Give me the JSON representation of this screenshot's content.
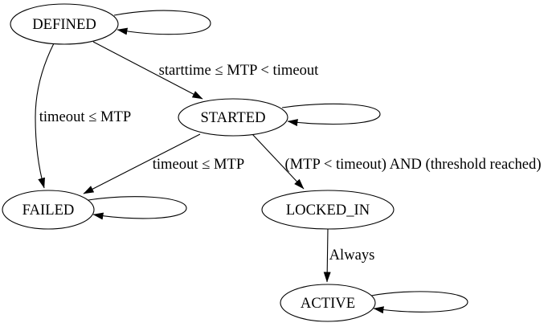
{
  "diagram": {
    "type": "state-machine-graph",
    "background_color": "#ffffff",
    "stroke_color": "#000000",
    "text_color": "#000000",
    "nodes": [
      {
        "id": "DEFINED",
        "label": "DEFINED",
        "shape": "ellipse",
        "self_loop": true
      },
      {
        "id": "STARTED",
        "label": "STARTED",
        "shape": "ellipse",
        "self_loop": true
      },
      {
        "id": "FAILED",
        "label": "FAILED",
        "shape": "ellipse",
        "self_loop": true
      },
      {
        "id": "LOCKED_IN",
        "label": "LOCKED_IN",
        "shape": "ellipse",
        "self_loop": false
      },
      {
        "id": "ACTIVE",
        "label": "ACTIVE",
        "shape": "ellipse",
        "self_loop": true
      }
    ],
    "edges": [
      {
        "from": "DEFINED",
        "to": "STARTED",
        "label": "starttime ≤ MTP < timeout"
      },
      {
        "from": "DEFINED",
        "to": "FAILED",
        "label": "timeout ≤ MTP"
      },
      {
        "from": "STARTED",
        "to": "FAILED",
        "label": "timeout ≤ MTP"
      },
      {
        "from": "STARTED",
        "to": "LOCKED_IN",
        "label": "(MTP < timeout) AND (threshold reached)"
      },
      {
        "from": "LOCKED_IN",
        "to": "ACTIVE",
        "label": "Always"
      },
      {
        "from": "DEFINED",
        "to": "DEFINED",
        "label": ""
      },
      {
        "from": "STARTED",
        "to": "STARTED",
        "label": ""
      },
      {
        "from": "FAILED",
        "to": "FAILED",
        "label": ""
      },
      {
        "from": "ACTIVE",
        "to": "ACTIVE",
        "label": ""
      }
    ]
  }
}
